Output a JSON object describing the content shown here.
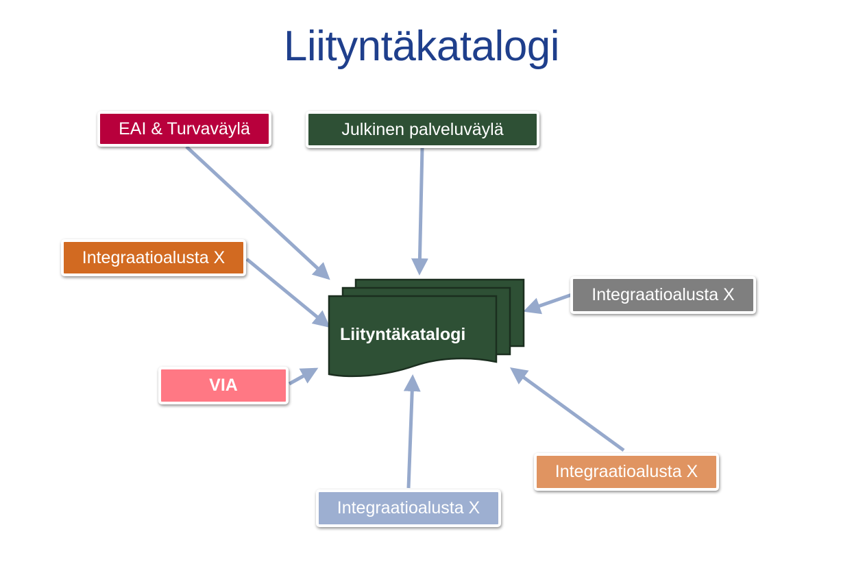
{
  "title": "Liityntäkatalogi",
  "hub": {
    "label": "Liityntäkatalogi",
    "fill": "#2e5035",
    "stroke": "#1b2e1f"
  },
  "arrow_color": "#96a9cc",
  "sources": [
    {
      "id": "eai",
      "label": "EAI & Turvaväylä",
      "color": "#b8003c",
      "bold": false
    },
    {
      "id": "jpv",
      "label": "Julkinen palveluväylä",
      "color": "#2e5035",
      "bold": false
    },
    {
      "id": "ia-left",
      "label": "Integraatioalusta X",
      "color": "#d26a21",
      "bold": false
    },
    {
      "id": "ia-right",
      "label": "Integraatioalusta X",
      "color": "#7f7f7f",
      "bold": false
    },
    {
      "id": "via",
      "label": "VIA",
      "color": "#ff7884",
      "bold": true
    },
    {
      "id": "ia-bottom-right",
      "label": "Integraatioalusta X",
      "color": "#e09461",
      "bold": false
    },
    {
      "id": "ia-bottom",
      "label": "Integraatioalusta X",
      "color": "#9dafd1",
      "bold": false
    }
  ]
}
